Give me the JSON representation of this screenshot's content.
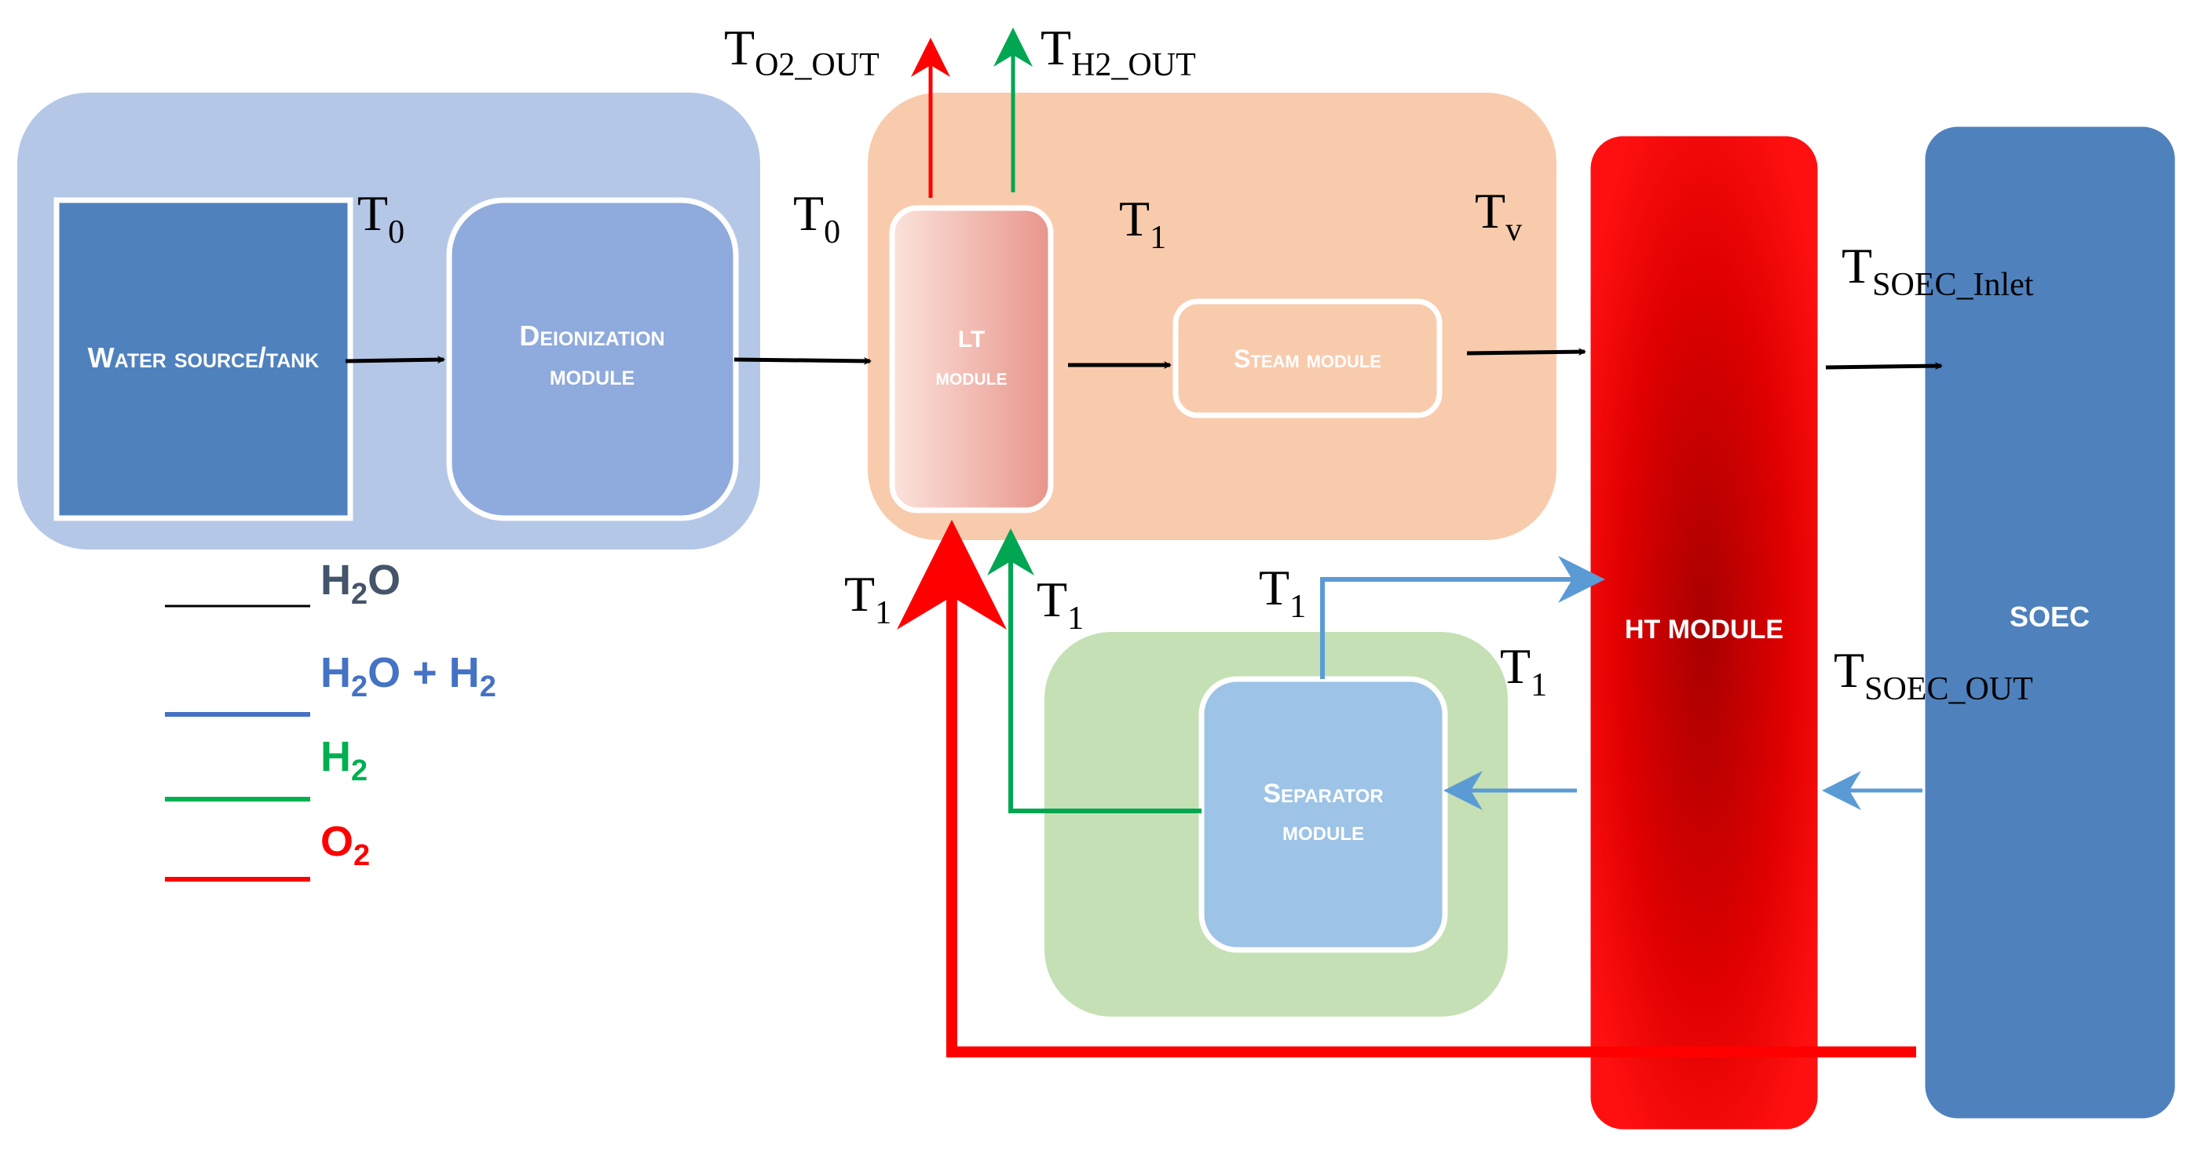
{
  "modules": {
    "water_source": "Water source/tank",
    "deionization_line1": "Deionization",
    "deionization_line2": "module",
    "lt_line1": "LT",
    "lt_line2": "module",
    "steam": "Steam module",
    "separator_line1": "Separator",
    "separator_line2": "module",
    "ht": "HT MODULE",
    "soec": "SOEC"
  },
  "temperatures": {
    "t_o2_out": {
      "main": "T",
      "sub": "O2_OUT"
    },
    "t_h2_out": {
      "main": "T",
      "sub": "H2_OUT"
    },
    "t0_a": {
      "main": "T",
      "sub": "0"
    },
    "t0_b": {
      "main": "T",
      "sub": "0"
    },
    "t1_a": {
      "main": "T",
      "sub": "1"
    },
    "tv": {
      "main": "T",
      "sub": "v"
    },
    "t_soec_inlet": {
      "main": "T",
      "sub": "SOEC_Inlet"
    },
    "t1_b": {
      "main": "T",
      "sub": "1"
    },
    "t1_c": {
      "main": "T",
      "sub": "1"
    },
    "t1_d": {
      "main": "T",
      "sub": "1"
    },
    "t1_e": {
      "main": "T",
      "sub": "1"
    },
    "t_soec_out": {
      "main": "T",
      "sub": "SOEC_OUT"
    }
  },
  "legend": [
    {
      "main": "H",
      "sub": "2",
      "rest": "O",
      "color": "#44546a"
    },
    {
      "main": "H",
      "sub": "2",
      "rest": "O + H",
      "sub2": "2",
      "color": "#4472c4"
    },
    {
      "main": "H",
      "sub": "2",
      "rest": "",
      "color": "#00b050"
    },
    {
      "main": "O",
      "sub": "2",
      "rest": "",
      "color": "#ff0000"
    }
  ],
  "colors": {
    "h2o": "#000000",
    "h2o_h2": "#5b9bd5",
    "h2": "#00a651",
    "o2": "#ff0000"
  }
}
